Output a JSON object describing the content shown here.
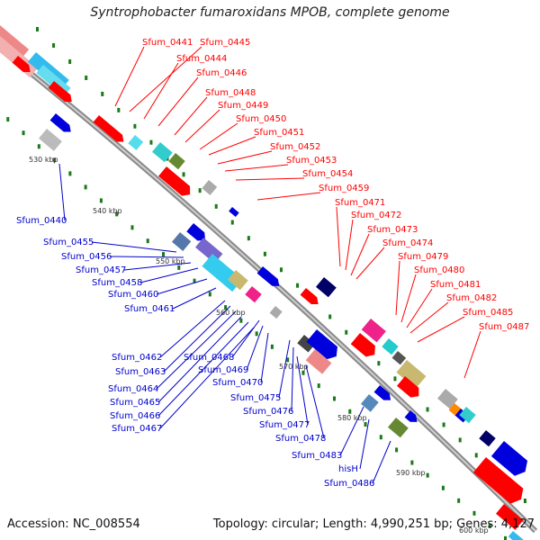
{
  "title": "Syntrophobacter fumaroxidans MPOB, complete genome",
  "accession": "Accession: NC_008554",
  "topology": "Topology: circular; Length: 4,990,251 bp; Genes: 4,127",
  "colors": {
    "forward": "#ff0000",
    "reverse": "#0000cc",
    "backbone": "#999999"
  },
  "kbp_ticks": [
    "530 kbp",
    "540 kbp",
    "550 kbp",
    "560 kbp",
    "570 kbp",
    "580 kbp",
    "590 kbp",
    "600 kbp"
  ],
  "forward_labels": [
    "Sfum_0441",
    "Sfum_0445",
    "Sfum_0444",
    "Sfum_0446",
    "Sfum_0448",
    "Sfum_0449",
    "Sfum_0450",
    "Sfum_0451",
    "Sfum_0452",
    "Sfum_0453",
    "Sfum_0454",
    "Sfum_0459",
    "Sfum_0471",
    "Sfum_0472",
    "Sfum_0473",
    "Sfum_0474",
    "Sfum_0479",
    "Sfum_0480",
    "Sfum_0481",
    "Sfum_0482",
    "Sfum_0485",
    "Sfum_0487"
  ],
  "reverse_labels": [
    "Sfum_0440",
    "Sfum_0455",
    "Sfum_0456",
    "Sfum_0457",
    "Sfum_0458",
    "Sfum_0460",
    "Sfum_0461",
    "Sfum_0462",
    "Sfum_0463",
    "Sfum_0464",
    "Sfum_0465",
    "Sfum_0466",
    "Sfum_0467",
    "Sfum_0468",
    "Sfum_0469",
    "Sfum_0470",
    "Sfum_0475",
    "Sfum_0476",
    "Sfum_0477",
    "Sfum_0478",
    "Sfum_0483",
    "hisH",
    "Sfum_0486"
  ]
}
